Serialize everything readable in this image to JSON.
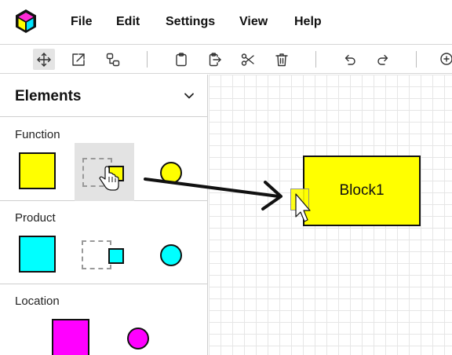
{
  "app": {
    "logo": "cube-logo-icon",
    "menu": [
      "File",
      "Edit",
      "Settings",
      "View",
      "Help"
    ]
  },
  "toolbar": {
    "buttons": [
      {
        "icon": "move-icon",
        "active": true
      },
      {
        "icon": "export-icon"
      },
      {
        "icon": "connect-nodes-icon"
      },
      {
        "icon": "clipboard-icon"
      },
      {
        "icon": "paste-icon"
      },
      {
        "icon": "scissors-icon"
      },
      {
        "icon": "trash-icon"
      },
      {
        "icon": "undo-icon"
      },
      {
        "icon": "redo-icon"
      },
      {
        "icon": "zoom-in-icon"
      }
    ]
  },
  "sidebar": {
    "title": "Elements",
    "sections": [
      {
        "title": "Function",
        "color": "#ffff00",
        "items": [
          "square",
          "placeholder-square",
          "circle"
        ]
      },
      {
        "title": "Product",
        "color": "#00ffff",
        "items": [
          "square",
          "placeholder-square",
          "circle"
        ]
      },
      {
        "title": "Location",
        "color": "#ff00ff",
        "items": [
          "square",
          "circle"
        ]
      }
    ]
  },
  "canvas": {
    "blocks": [
      {
        "label": "Block1",
        "color": "#ffff00"
      }
    ]
  },
  "colors": {
    "function": "#ffff00",
    "product": "#00ffff",
    "location": "#ff00ff",
    "border": "#111111",
    "placeholder": "#999999"
  }
}
